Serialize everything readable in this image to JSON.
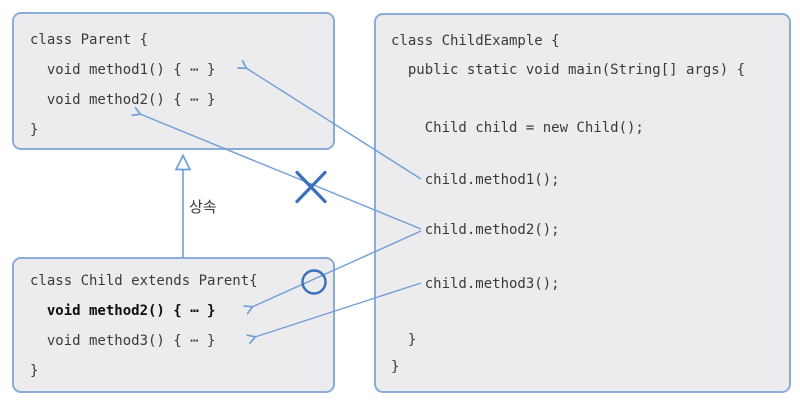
{
  "parent_box": {
    "lines": [
      "class Parent {",
      "  void method1() { ⋯ }",
      "  void method2() { ⋯ }",
      "}"
    ]
  },
  "child_box": {
    "lines": [
      "class Child extends Parent{",
      "  void method2() { ⋯ }",
      "  void method3() { ⋯ }",
      "}"
    ],
    "bold_line_index": 1
  },
  "example_box": {
    "lines": [
      "class ChildExample {",
      "  public static void main(String[] args) {",
      "    Child child = new Child();",
      "    child.method1();",
      "    child.method2();",
      "    child.method3();",
      "  }",
      "}"
    ]
  },
  "labels": {
    "inheritance": "상속"
  },
  "marks": {
    "x_mark": "call-to-parent-method2-blocked",
    "circle_mark": "overridden-child-method2-called",
    "triangle": "uml-inheritance-arrowhead"
  },
  "colors": {
    "box_fill": "#ececee",
    "box_border": "#8aacda",
    "code": "#3a3a3c",
    "code_bold": "#0d0d0d",
    "line": "#6f9ed6",
    "mark": "#3a6fbd",
    "bg": "#ffffff"
  }
}
